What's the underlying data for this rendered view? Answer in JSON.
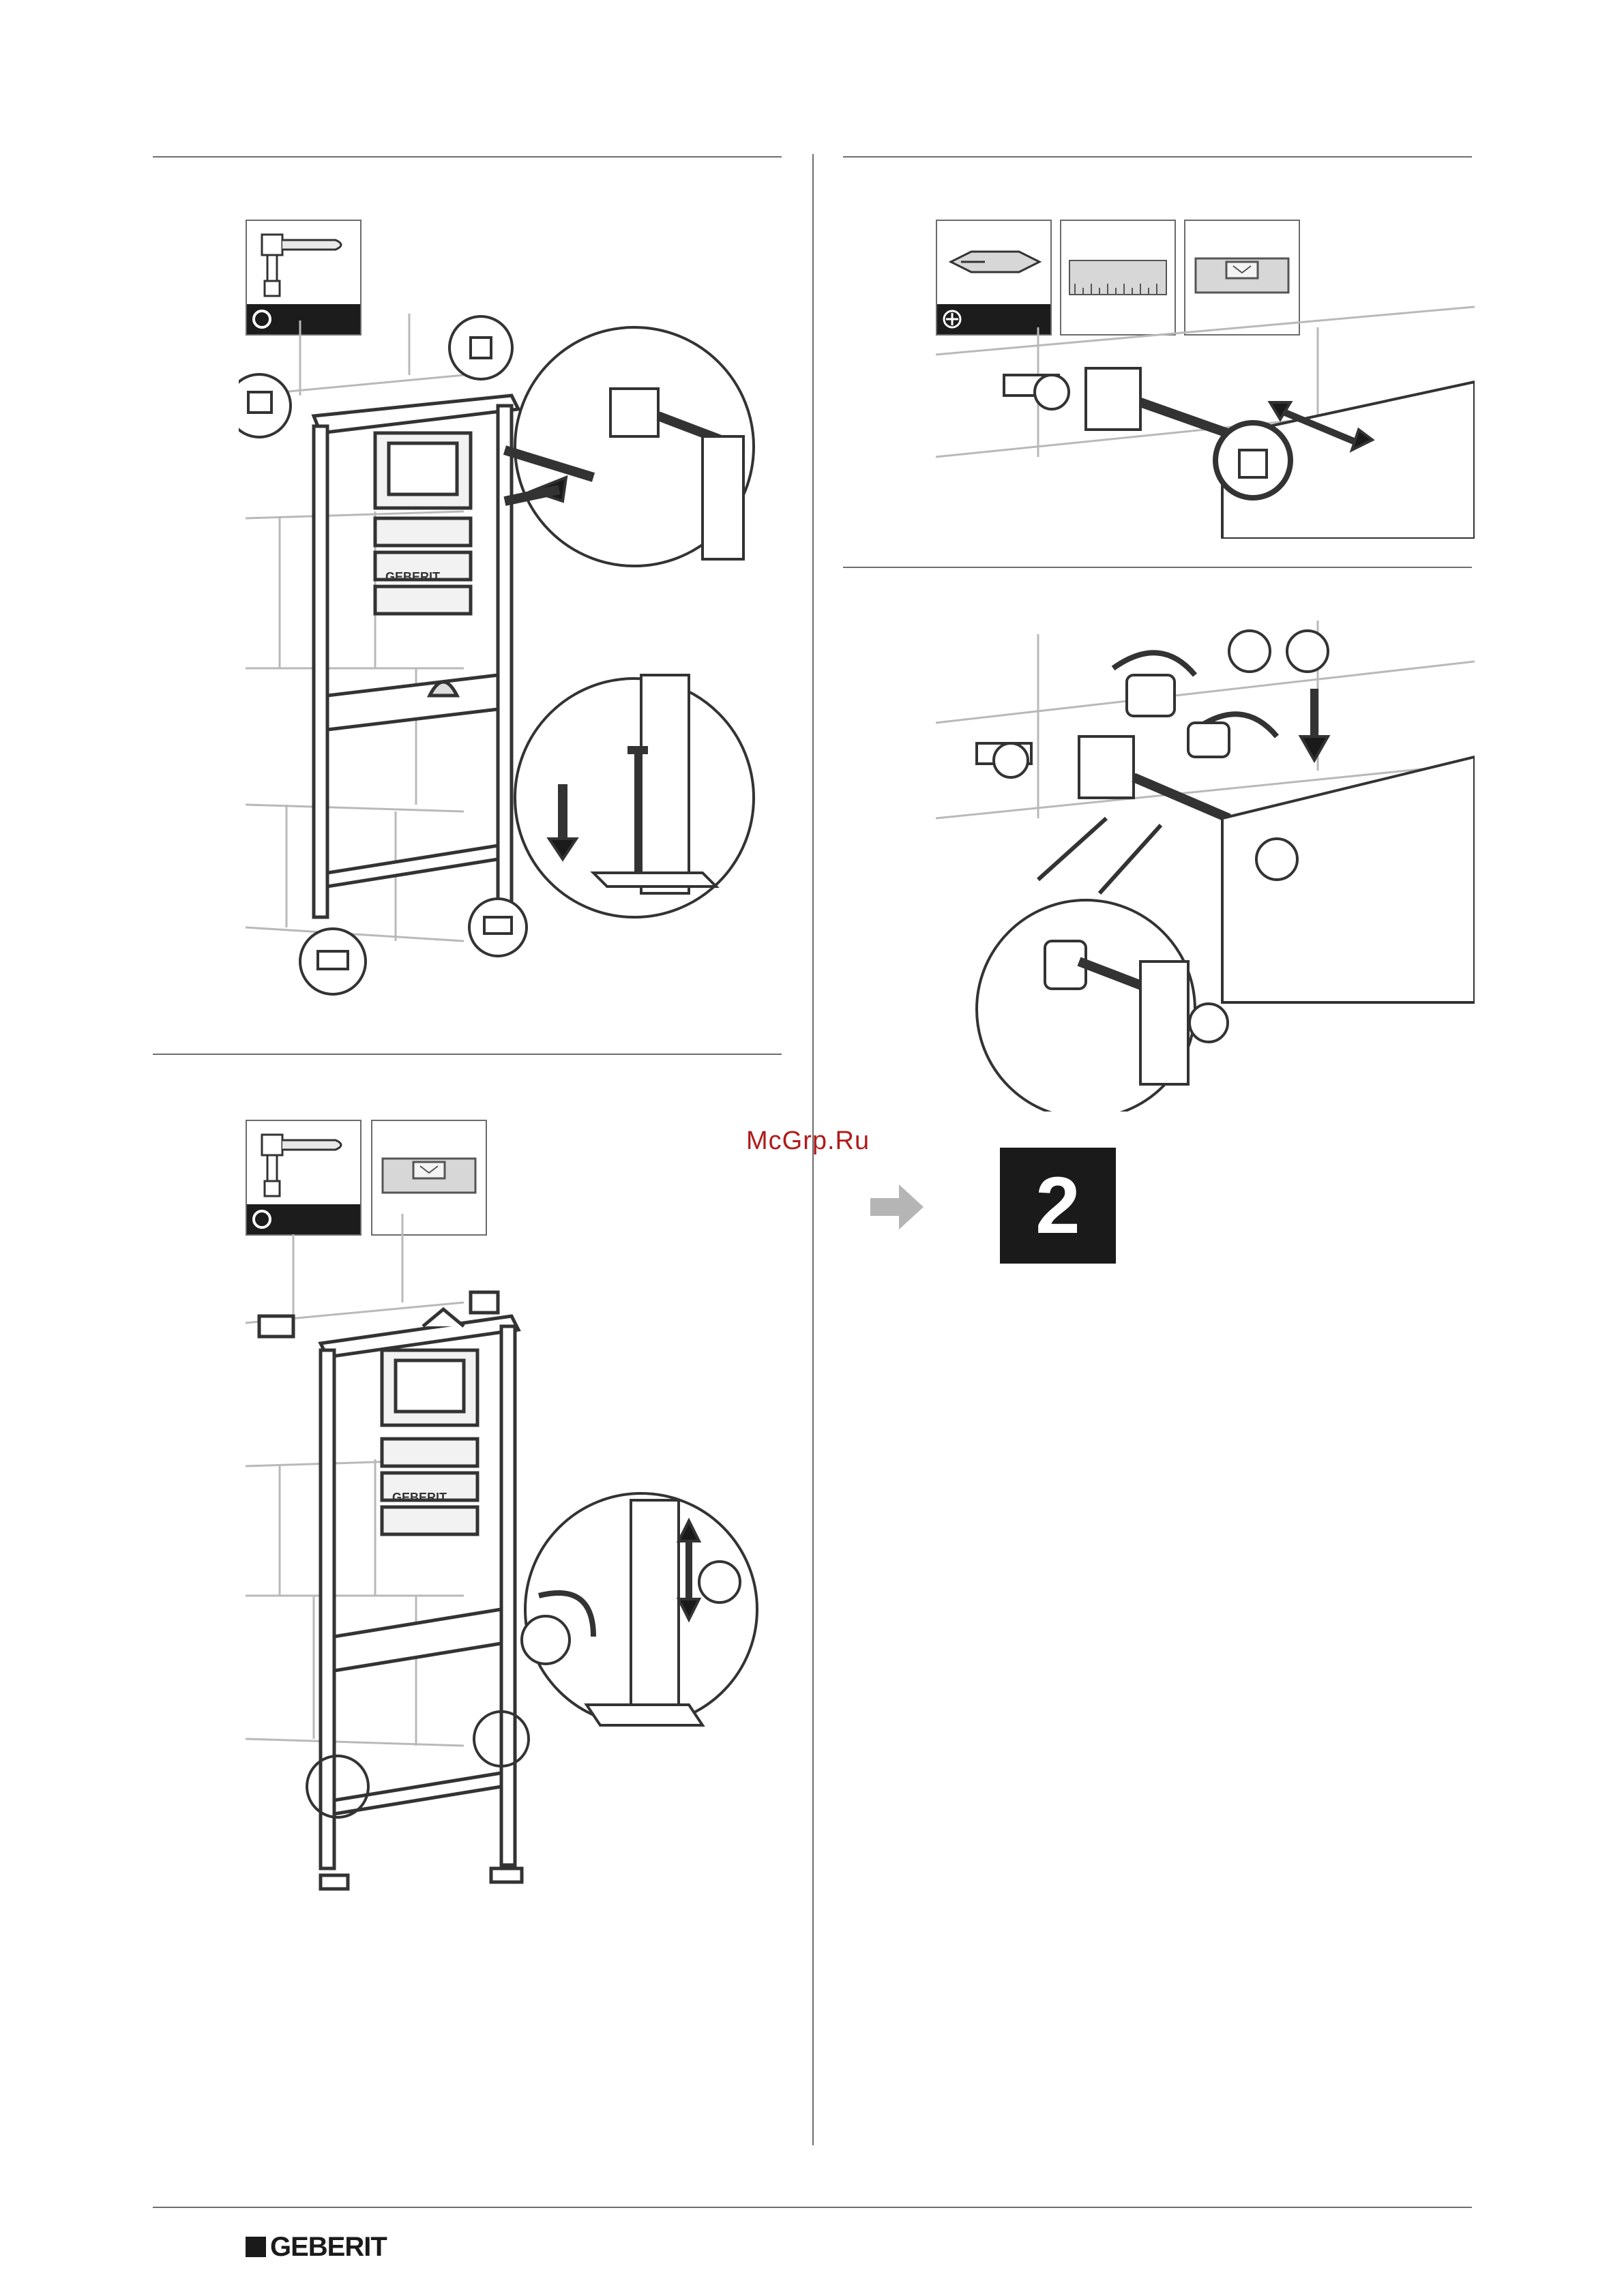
{
  "watermark": "McGrp.Ru",
  "step": {
    "number": "2"
  },
  "footer": {
    "brand": "GEBERIT"
  },
  "frame_logo_text": "GEBERIT",
  "icons": {
    "panel_1": [
      "hex-key-tool-icon"
    ],
    "panel_2": [
      "hex-key-tool-icon",
      "spirit-level-icon"
    ],
    "panel_3": [
      "phillips-screwdriver-icon",
      "ruler-icon",
      "spirit-level-icon"
    ]
  },
  "colors": {
    "ink": "#1a1a1a",
    "rule": "#6e6e6e",
    "arrow_gray": "#b5b5b5",
    "watermark": "#b01a1a"
  }
}
